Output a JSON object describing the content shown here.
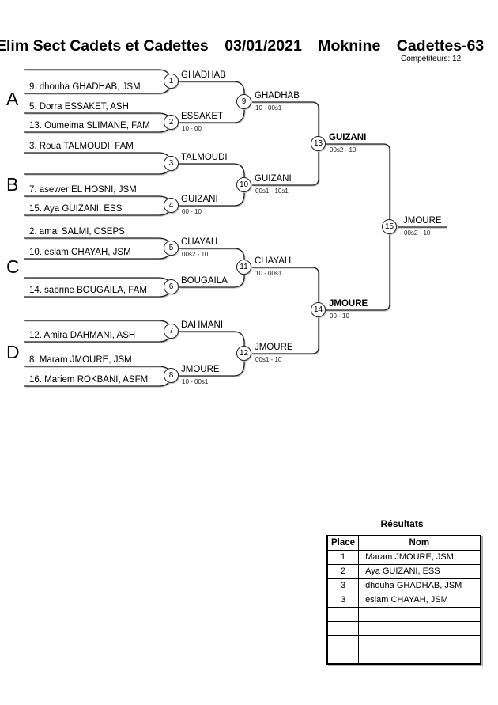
{
  "header": {
    "title_parts": [
      "Elim Sect Cadets et Cadettes",
      "03/01/2021",
      "Moknine",
      "Cadettes-63"
    ],
    "competitors_label": "Compétiteurs: 12"
  },
  "pools": [
    {
      "label": "A"
    },
    {
      "label": "B"
    },
    {
      "label": "C"
    },
    {
      "label": "D"
    }
  ],
  "competitors": [
    {
      "name": "9. dhouha GHADHAB, JSM"
    },
    {
      "name": "5. Dorra ESSAKET, ASH"
    },
    {
      "name": "13. Oumeima SLIMANE, FAM"
    },
    {
      "name": "3. Roua TALMOUDI, FAM"
    },
    {
      "name": "7. asewer EL HOSNI, JSM"
    },
    {
      "name": "15. Aya GUIZANI, ESS"
    },
    {
      "name": "2. amal SALMI, CSEPS"
    },
    {
      "name": "10. eslam CHAYAH, JSM"
    },
    {
      "name": "14. sabrine BOUGAILA, FAM"
    },
    {
      "name": "12. Amira DAHMANI, ASH"
    },
    {
      "name": "8. Maram JMOURE, JSM"
    },
    {
      "name": "16. Mariem ROKBANI, ASFM"
    }
  ],
  "matches": [
    {
      "number": "1",
      "winner": "GHADHAB",
      "score": ""
    },
    {
      "number": "2",
      "winner": "ESSAKET",
      "score": "10 - 00"
    },
    {
      "number": "3",
      "winner": "TALMOUDI",
      "score": ""
    },
    {
      "number": "4",
      "winner": "GUIZANI",
      "score": "00 - 10"
    },
    {
      "number": "5",
      "winner": "CHAYAH",
      "score": "00s2 - 10"
    },
    {
      "number": "6",
      "winner": "BOUGAILA",
      "score": ""
    },
    {
      "number": "7",
      "winner": "DAHMANI",
      "score": ""
    },
    {
      "number": "8",
      "winner": "JMOURE",
      "score": "10 - 00s1"
    },
    {
      "number": "9",
      "winner": "GHADHAB",
      "score": "10 - 00s1"
    },
    {
      "number": "10",
      "winner": "GUIZANI",
      "score": "00s1 - 10s1"
    },
    {
      "number": "11",
      "winner": "CHAYAH",
      "score": "10 - 00s1"
    },
    {
      "number": "12",
      "winner": "JMOURE",
      "score": "00s1 - 10"
    },
    {
      "number": "13",
      "winner": "GUIZANI",
      "score": "00s2 - 10"
    },
    {
      "number": "14",
      "winner": "JMOURE",
      "score": "00 - 10"
    },
    {
      "number": "15",
      "winner": "JMOURE",
      "score": "00s2 - 10"
    }
  ],
  "results": {
    "title": "Résultats",
    "columns": [
      "Place",
      "Nom"
    ],
    "rows": [
      [
        "1",
        "Maram JMOURE, JSM"
      ],
      [
        "2",
        "Aya GUIZANI, ESS"
      ],
      [
        "3",
        "dhouha GHADHAB, JSM"
      ],
      [
        "3",
        "eslam CHAYAH, JSM"
      ],
      [
        "",
        ""
      ],
      [
        "",
        ""
      ],
      [
        "",
        ""
      ],
      [
        "",
        ""
      ]
    ]
  }
}
